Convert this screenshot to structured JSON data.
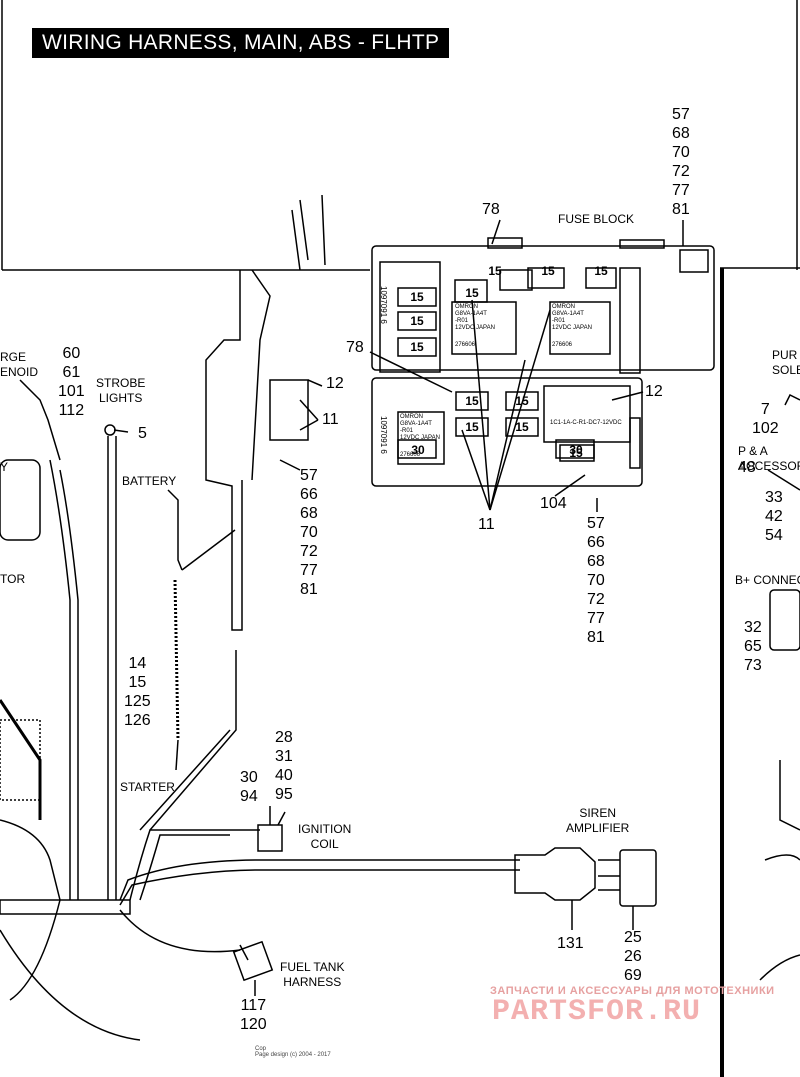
{
  "title": "WIRING HARNESS, MAIN, ABS - FLHTP",
  "fuse_block_label": "FUSE BLOCK",
  "labels": {
    "l78_top": "78",
    "fuse_block_refs": [
      "57",
      "68",
      "70",
      "72",
      "77",
      "81"
    ],
    "l78_left": "78",
    "l12_right": "12",
    "l12_mid": "12",
    "l11_mid": "11",
    "l11_bottom": "11",
    "l104": "104",
    "refs_under_block": [
      "57",
      "66",
      "68",
      "70",
      "72",
      "77",
      "81"
    ],
    "refs_left_block": [
      "57",
      "66",
      "68",
      "70",
      "72",
      "77",
      "81"
    ],
    "purge_refs": [
      "60",
      "61",
      "101",
      "112"
    ],
    "purge_text": [
      "RGE",
      "ENOID"
    ],
    "strobe": [
      "STROBE",
      "LIGHTS"
    ],
    "l5": "5",
    "battery": "BATTERY",
    "battery_refs": [
      "14",
      "15",
      "125",
      "126"
    ],
    "starter": "STARTER",
    "starter_refs": [
      "28",
      "31",
      "40",
      "95"
    ],
    "coil_refs": [
      "30",
      "94"
    ],
    "ignition": [
      "IGNITION",
      "COIL"
    ],
    "siren": [
      "SIREN",
      "AMPLIFIER"
    ],
    "l131": "131",
    "siren_refs": [
      "25",
      "26",
      "69"
    ],
    "fuel_tank": [
      "FUEL TANK",
      "HARNESS"
    ],
    "fuel_refs": [
      "117",
      "120"
    ],
    "left_y": "Y",
    "left_tor": "TOR",
    "right_pur": [
      "PUR",
      "SOLE"
    ],
    "right_7_102": [
      "7",
      "102"
    ],
    "right_pa": [
      "P & A",
      "ACCESSOR"
    ],
    "right_48": "48",
    "right_33": [
      "33",
      "42",
      "54"
    ],
    "right_bplus": "B+ CONNEC",
    "right_32": [
      "32",
      "65",
      "73"
    ]
  },
  "fuse_values": {
    "top_row": [
      "15",
      "15",
      "15"
    ],
    "upper_left": [
      "15",
      "15",
      "15"
    ],
    "upper_mid": "15",
    "lower_a": [
      "15",
      "15"
    ],
    "lower_b": [
      "15",
      "15"
    ],
    "lower_c": [
      "30",
      "30",
      "15"
    ]
  },
  "relay": {
    "brand": "OMRON",
    "model": [
      "G8VA-1A4T",
      "-R01"
    ],
    "spec": "12VDC JAPAN",
    "code": "276606",
    "part": "1097091 6"
  },
  "small_relay": [
    "1C1-1A-C-R1-DC7-12VDC"
  ],
  "watermark": {
    "tagline": "ЗАПЧАСТИ И АКСЕССУАРЫ ДЛЯ МОТОТЕХНИКИ",
    "logo": "PARTSFOR.RU"
  },
  "footer": [
    "Cop",
    "Page design (c) 2004 - 2017"
  ],
  "colors": {
    "line": "#000000",
    "title_bg": "#000000",
    "title_fg": "#ffffff",
    "watermark": "#f3b0b0"
  }
}
